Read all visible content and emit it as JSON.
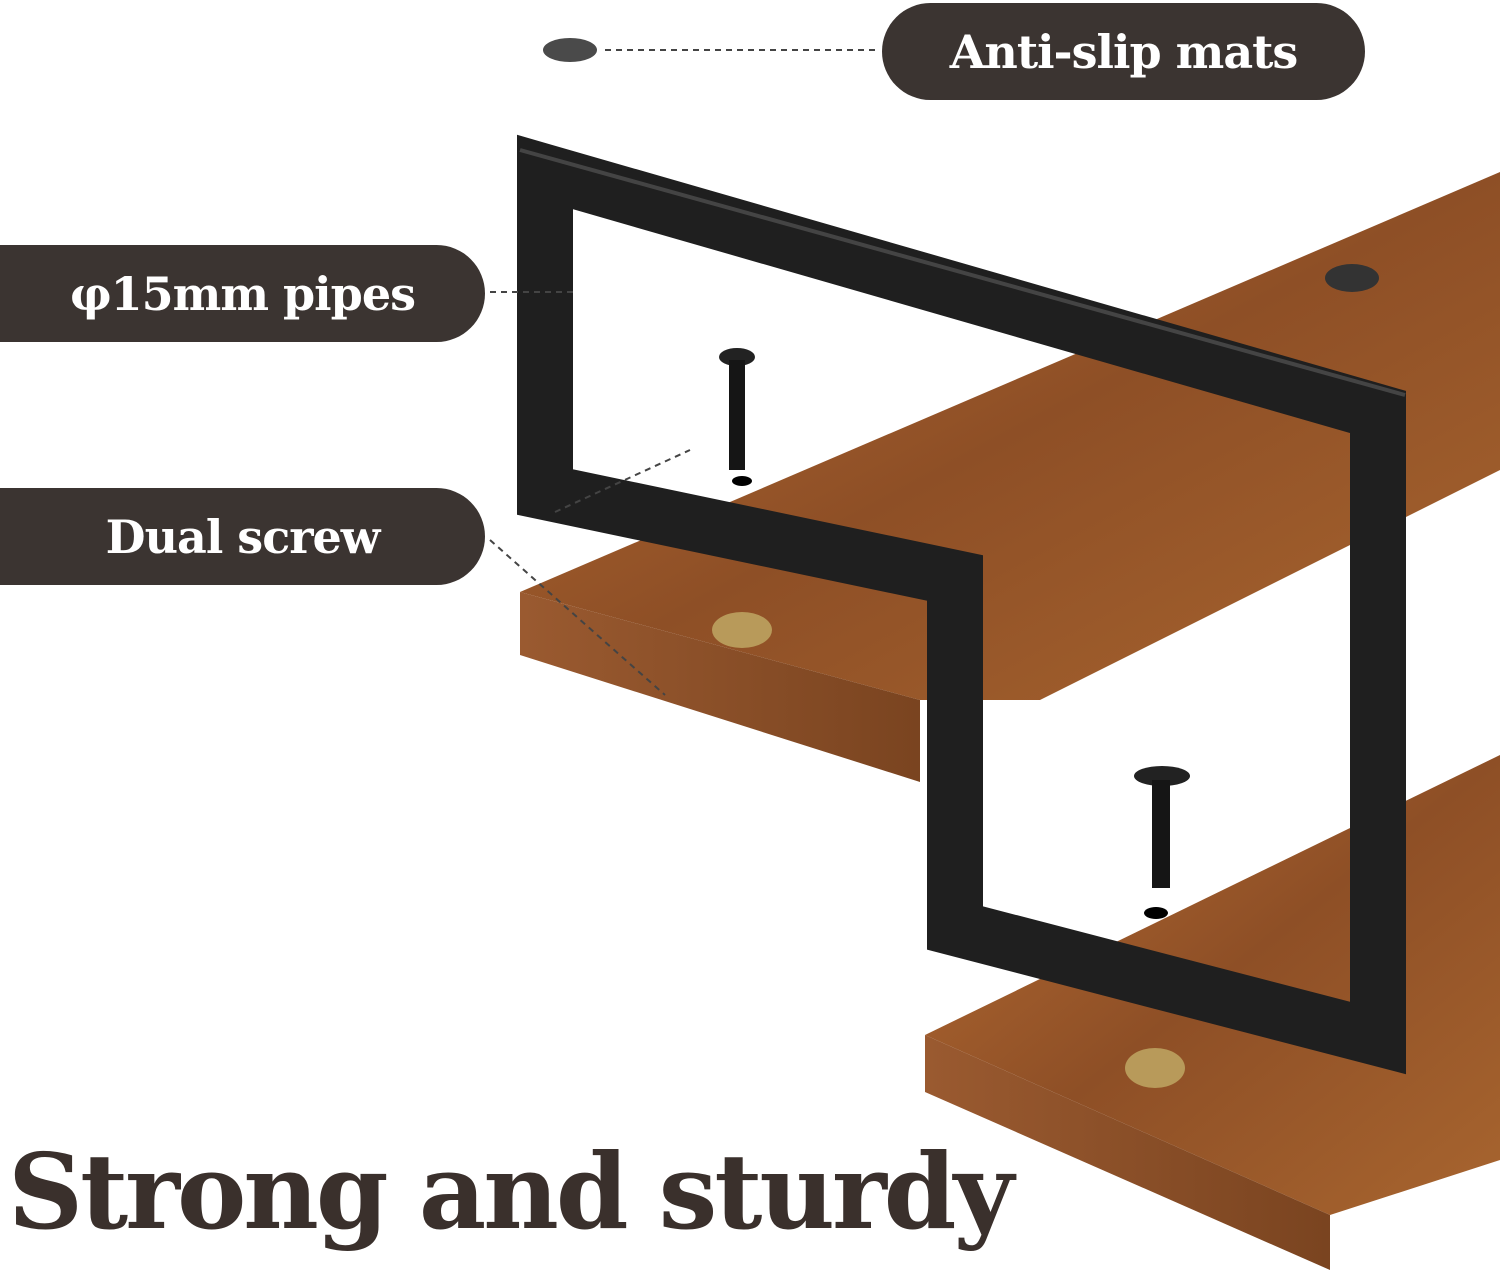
{
  "callouts": {
    "mats": "Anti-slip mats",
    "pipes": "φ15mm pipes",
    "screw": "Dual screw"
  },
  "title": "Strong and sturdy",
  "colors": {
    "pill": "#3b3431",
    "title": "#3a302c",
    "wood": "#9a5a2c",
    "frame": "#1e1e1e"
  }
}
